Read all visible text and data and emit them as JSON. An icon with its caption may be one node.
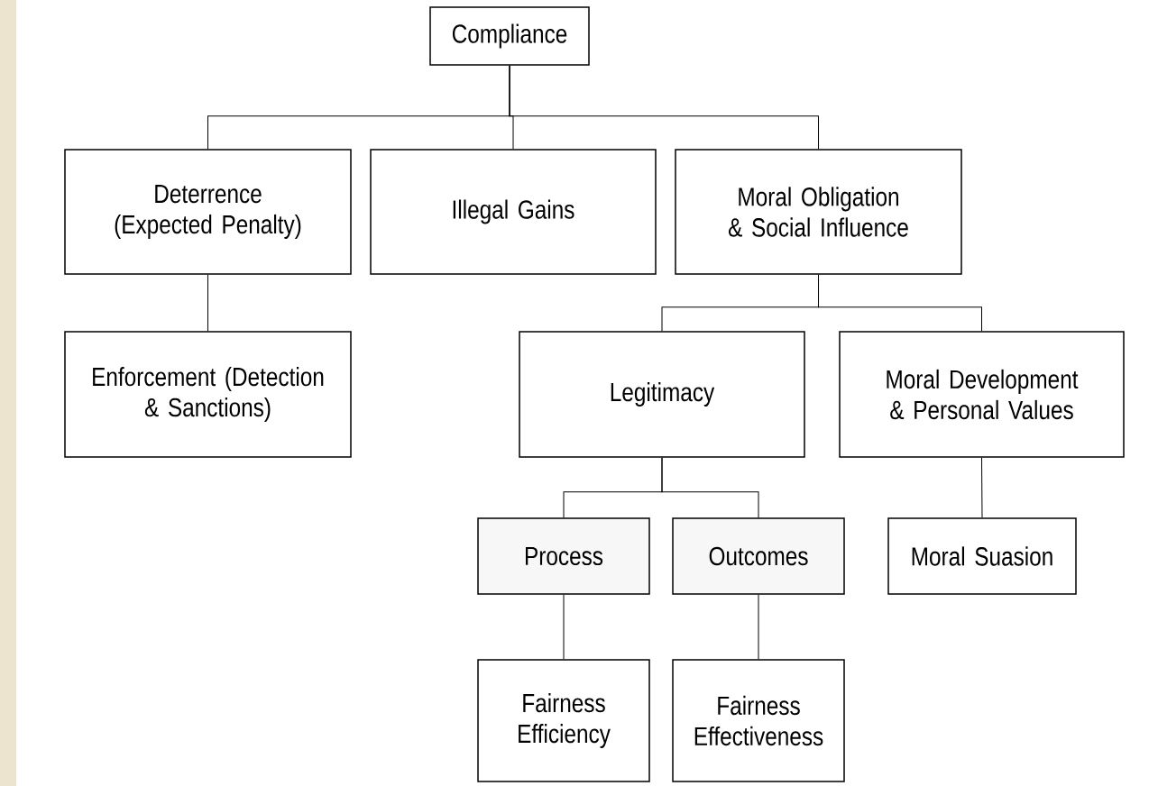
{
  "diagram": {
    "nodes": [
      {
        "text": [
          "Compliance"
        ]
      },
      {
        "text": [
          "Deterrence (Expected Penalty)"
        ]
      },
      {
        "text": [
          "Illegal Gains"
        ]
      },
      {
        "text": [
          "Moral Obligation & Social Influence"
        ]
      },
      {
        "text": [
          "Enforcement (Detection & Sanctions)"
        ]
      },
      {
        "text": [
          "Legitimacy"
        ]
      },
      {
        "text": [
          "Moral Development & Personal Values"
        ]
      },
      {
        "text": [
          "Process"
        ]
      },
      {
        "text": [
          "Outcomes"
        ]
      },
      {
        "text": [
          "Moral Suasion"
        ]
      },
      {
        "text": [
          "Fairness Efficiency"
        ]
      },
      {
        "text": [
          "Fairness Effectiveness"
        ]
      }
    ],
    "edges": [
      {
        "from": 0,
        "to": 1,
        "arrow": "none"
      },
      {
        "from": 0,
        "to": 2,
        "arrow": "none"
      },
      {
        "from": 0,
        "to": 3,
        "arrow": "none"
      },
      {
        "from": 1,
        "to": 4,
        "arrow": "none"
      },
      {
        "from": 3,
        "to": 5,
        "arrow": "none"
      },
      {
        "from": 3,
        "to": 6,
        "arrow": "none"
      },
      {
        "from": 5,
        "to": 7,
        "arrow": "none"
      },
      {
        "from": 5,
        "to": 8,
        "arrow": "none"
      },
      {
        "from": 6,
        "to": 9,
        "arrow": "none"
      },
      {
        "from": 7,
        "to": 10,
        "arrow": "none"
      },
      {
        "from": 8,
        "to": 11,
        "arrow": "none"
      }
    ]
  }
}
